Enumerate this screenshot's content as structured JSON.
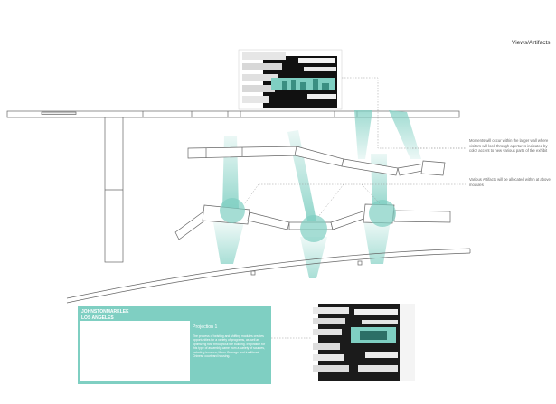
{
  "header": {
    "title": "Views/Artifacts"
  },
  "annotations": [
    {
      "text": "Moments will occur within the larger wall where visitors will look through apertures indicated by color accent to new various parts of the exhibit"
    },
    {
      "text": "Various Artifacts will be allocated within at above modules"
    }
  ],
  "panel": {
    "firm_line1": "JOHNSTONMARKLEE",
    "firm_line2": "LOS ANGELES",
    "projection_title": "Projection 1",
    "projection_text": "The process of twisting and shifting modules creates opportunities for a variety of programs, as well as optimizing flow throughout the building. Inspiration for this type of assembly came from a variety of sources, including terraces, Moon Gourage and traditional Chinese courtyard housing."
  },
  "colors": {
    "accent": "#7fcfc2",
    "accent_light": "#bfe9e2",
    "line": "#666666",
    "leader": "#999999"
  }
}
